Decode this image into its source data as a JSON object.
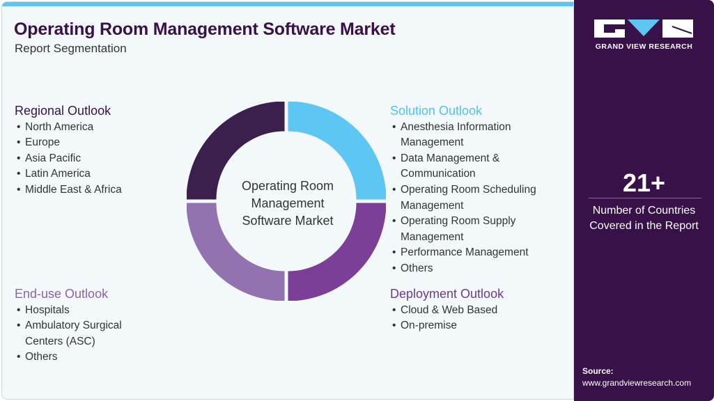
{
  "header": {
    "title": "Operating Room Management Software Market",
    "subtitle": "Report Segmentation"
  },
  "center_label": [
    "Operating Room",
    "Management",
    "Software Market"
  ],
  "sections": {
    "regional": {
      "title": "Regional Outlook",
      "color": "#381149",
      "items": [
        "North America",
        "Europe",
        "Asia Pacific",
        "Latin America",
        "Middle East & Africa"
      ]
    },
    "solution": {
      "title": "Solution Outlook",
      "color": "#4fc3f0",
      "items": [
        "Anesthesia Information Management",
        "Data Management & Communication",
        "Operating Room Scheduling Management",
        "Operating Room Supply Management",
        "Performance Management",
        "Others"
      ]
    },
    "enduse": {
      "title": "End-use Outlook",
      "color": "#8a64ab",
      "items": [
        "Hospitals",
        "Ambulatory Surgical Centers (ASC)",
        "Others"
      ]
    },
    "deployment": {
      "title": "Deployment Outlook",
      "color": "#6b3a8a",
      "items": [
        "Cloud & Web Based",
        "On-premise"
      ]
    }
  },
  "donut_colors": [
    "#5ec6f2",
    "#7b3f97",
    "#9273b0",
    "#3b1f4c"
  ],
  "sidebar": {
    "brand": "GRAND VIEW RESEARCH",
    "stat_value": "21+",
    "stat_label": "Number of Countries Covered in the Report",
    "source_label": "Source:",
    "source_url": "www.grandviewresearch.com"
  }
}
